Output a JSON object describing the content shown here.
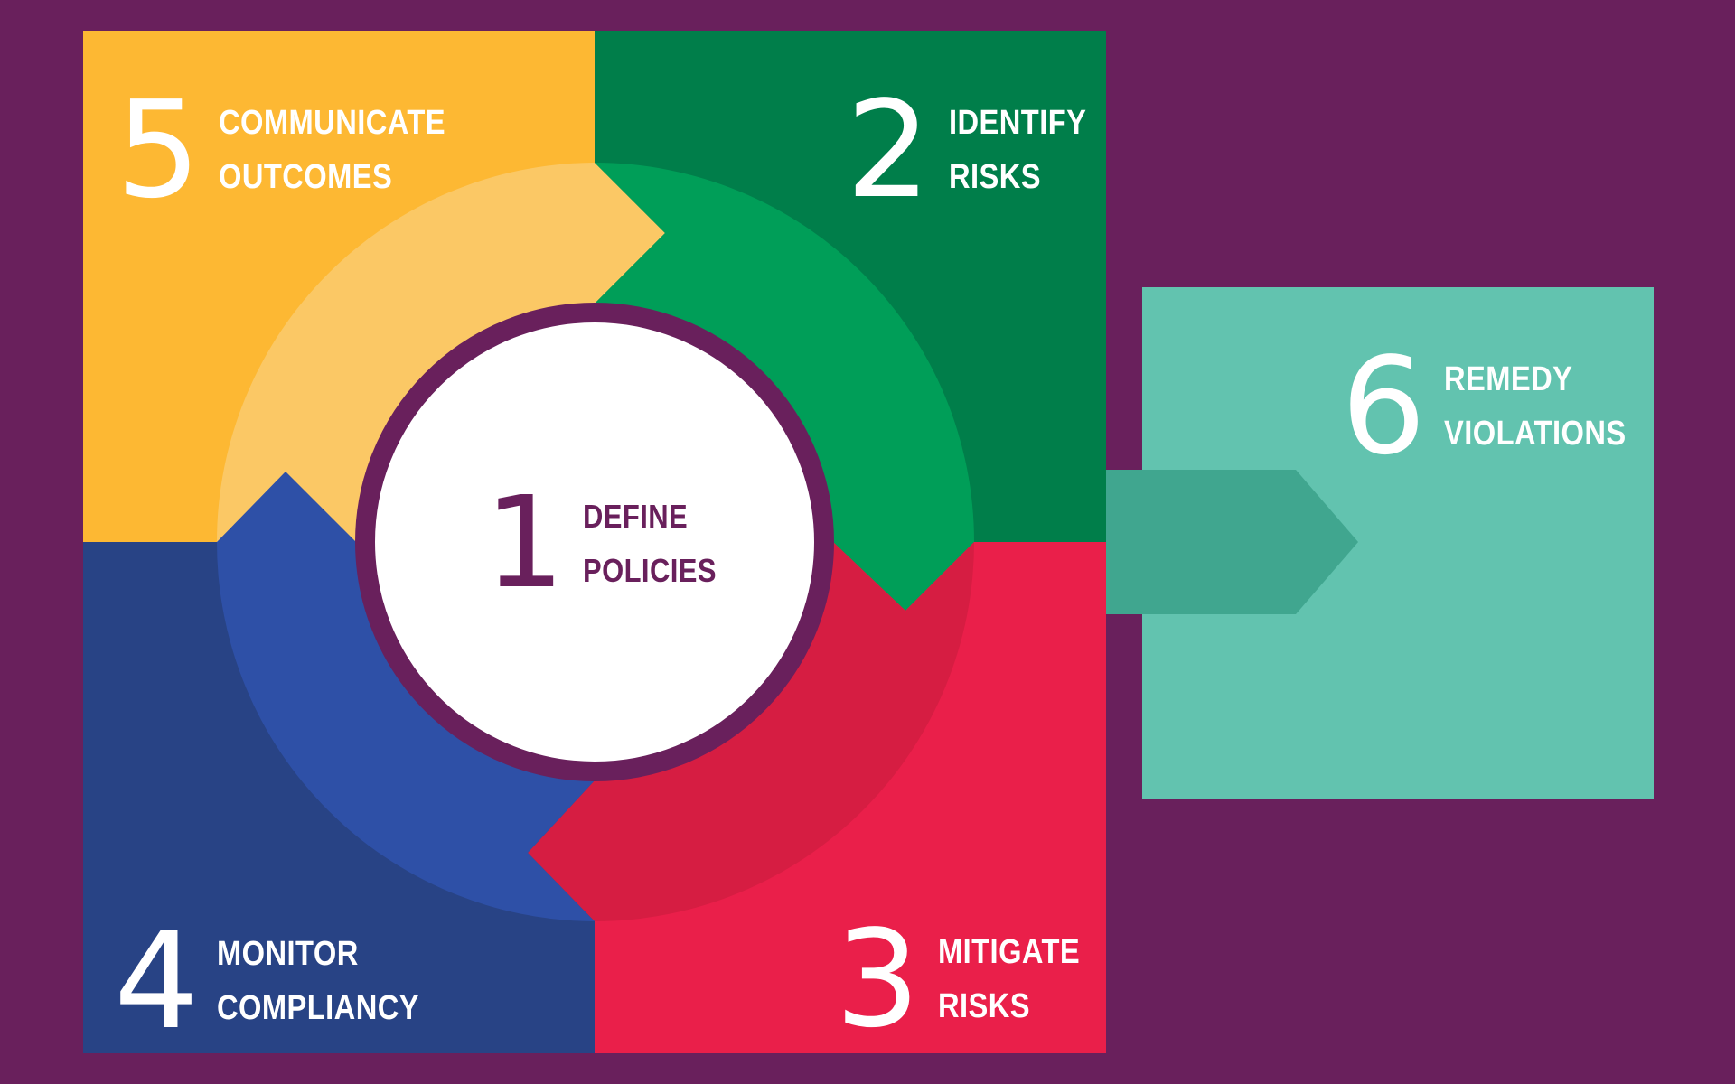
{
  "colors": {
    "background": "#69205C",
    "panel_yellow": "#FDB833",
    "panel_dark_green": "#007E4A",
    "panel_red": "#EA1F4A",
    "panel_navy": "#284385",
    "panel_teal": "#62C3AF",
    "arc_yellow": "#FBC865",
    "arc_green": "#009E58",
    "arc_red": "#D61D42",
    "arc_blue": "#2E50A7",
    "connector_teal": "#40A68F",
    "center_fill": "#FFFFFF",
    "center_ring": "#69205C",
    "center_text": "#69205C",
    "label_text": "#FFFFFF"
  },
  "steps": [
    {
      "number": "1",
      "line1": "DEFINE",
      "line2": "POLICIES"
    },
    {
      "number": "2",
      "line1": "IDENTIFY",
      "line2": "RISKS"
    },
    {
      "number": "3",
      "line1": "MITIGATE",
      "line2": "RISKS"
    },
    {
      "number": "4",
      "line1": "MONITOR",
      "line2": "COMPLIANCY"
    },
    {
      "number": "5",
      "line1": "COMMUNICATE",
      "line2": "OUTCOMES"
    },
    {
      "number": "6",
      "line1": "REMEDY",
      "line2": "VIOLATIONS"
    }
  ]
}
